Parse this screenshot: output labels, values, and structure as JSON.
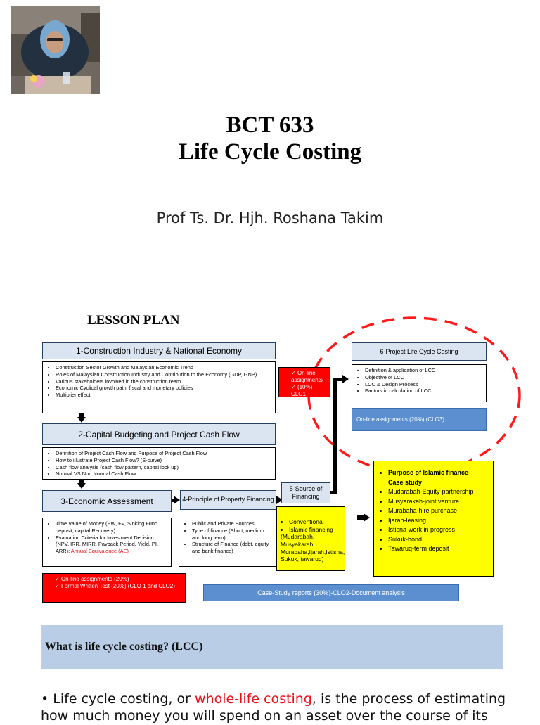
{
  "slide1": {
    "course_code": "BCT 633",
    "course_title": "Life Cycle Costing",
    "lecturer": "Prof Ts. Dr. Hjh. Roshana Takim"
  },
  "lesson_plan": {
    "title": "LESSON PLAN",
    "step1": {
      "header": "1-Construction Industry & National Economy",
      "items": [
        "Construction Sector Growth and Malaysian Economic Trend",
        "Roles of Malaysian Construction Industry and Contribution to the Economy (GDP, GNP)",
        "Various stakeholders involved in the construction team",
        "Economic Cyclical growth path, fiscal and monetary policies",
        "Multiplier effect"
      ]
    },
    "step2": {
      "header": "2-Capital Budgeting and Project Cash Flow",
      "items": [
        "Definition of Project Cash Flow and Purpose of Project Cash Flow",
        "How to illustrate Project Cash Flow? (S-curve)",
        "Cash flow analysis (cash flow pattern, capital lock up)",
        "Normal VS Non Normal Cash Flow"
      ]
    },
    "step3": {
      "header": "3-Economic Assessment",
      "items": [
        "Time Value of Money (PW, FV, Sinking Fund deposit, capital Recovery)",
        "Evaluation Criteria for Investment Decision (NPV, IRR, MIRR, Payback Period, Yield, PI, ARR);"
      ],
      "highlight": "Annual Equivalence (AE)"
    },
    "step4": {
      "header": "4-Principle of Property Financing",
      "items": [
        "Public and Private Sources",
        "Type of finance (Short, medium and long term)",
        "Structure of Finance (debt, equity and bank finance)"
      ]
    },
    "step5": {
      "header": "5-Source of Financing",
      "items": [
        "Conventional",
        "Islamic financing"
      ],
      "note": "(Mudarabah, Musyakarah, Murabaha,Ijarah,Istisna, Sukuk, tawaruq)"
    },
    "step6": {
      "header": "6-Project Life Cycle Costing",
      "items": [
        "Definition & application of LCC",
        "Objective of LCC",
        "LCC & Design Process",
        "Factors in calculation of LCC"
      ],
      "assessment": "On-line assignments (20%) (CLO3)"
    },
    "online_clo1": {
      "lines": [
        "On-line assignments",
        "(10%) CLO1"
      ]
    },
    "assessment_bottom": {
      "lines": [
        "On-line assignments (20%)",
        "Formal Written Test (20%) (CLO 1 and CLO2)"
      ]
    },
    "case_study": "Case-Study reports (30%)-CLO2-Document analysis",
    "islamic_finance": {
      "items": [
        "Purpose of Islamic finance- Case study",
        "Mudarabah-Equity-partnership",
        "Musyarakah-joint venture",
        "Murabaha-hire purchase",
        "Ijarah-leasing",
        "Istisna-work in progress",
        "Sukuk-bond",
        "Tawaruq-term deposit"
      ]
    }
  },
  "slide3": {
    "question": "What is life cycle costing? (LCC)",
    "para_before": "Life cycle costing, or ",
    "para_highlight": "whole-life costing",
    "para_after": ", is the process of estimating how much money you will spend on an asset over the course of its"
  },
  "colors": {
    "header_fill": "#dbe5f1",
    "red": "#ff0000",
    "yellow": "#ffff00",
    "blue": "#5b8fd0",
    "question_bar": "#b9cde6"
  }
}
